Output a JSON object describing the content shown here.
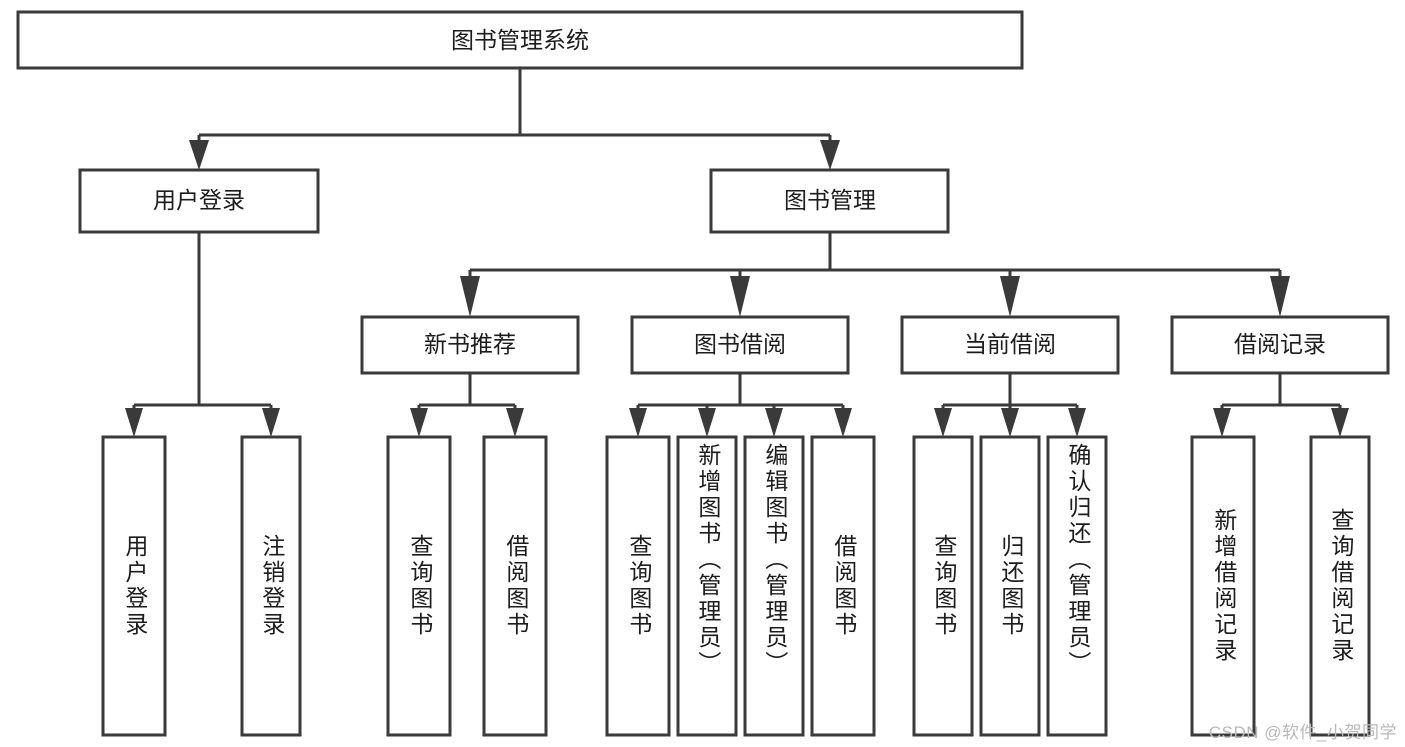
{
  "diagram": {
    "title": "图书管理系统",
    "type": "tree-hierarchy-diagram",
    "colors": {
      "box_stroke": "#3a3a3a",
      "box_fill": "#ffffff",
      "text": "#1c1c1c",
      "background": "#ffffff",
      "watermark": "#b9b9b9"
    },
    "root": {
      "label": "图书管理系统"
    },
    "level2": [
      {
        "label": "用户登录"
      },
      {
        "label": "图书管理"
      }
    ],
    "level3": [
      {
        "label": "新书推荐"
      },
      {
        "label": "图书借阅"
      },
      {
        "label": "当前借阅"
      },
      {
        "label": "借阅记录"
      }
    ],
    "leaves": {
      "user_login": [
        {
          "label": "用户登录"
        },
        {
          "label": "注销登录"
        }
      ],
      "new_book_recommend": [
        {
          "label": "查询图书"
        },
        {
          "label": "借阅图书"
        }
      ],
      "book_borrow": [
        {
          "label": "查询图书"
        },
        {
          "label": "新增图书（管理员）"
        },
        {
          "label": "编辑图书（管理员）"
        },
        {
          "label": "借阅图书"
        }
      ],
      "current_borrow": [
        {
          "label": "查询图书"
        },
        {
          "label": "归还图书"
        },
        {
          "label": "确认归还（管理员）"
        }
      ],
      "borrow_record": [
        {
          "label": "新增借阅记录"
        },
        {
          "label": "查询借阅记录"
        }
      ]
    }
  },
  "watermark": {
    "text": "CSDN @软件_小贺同学"
  }
}
